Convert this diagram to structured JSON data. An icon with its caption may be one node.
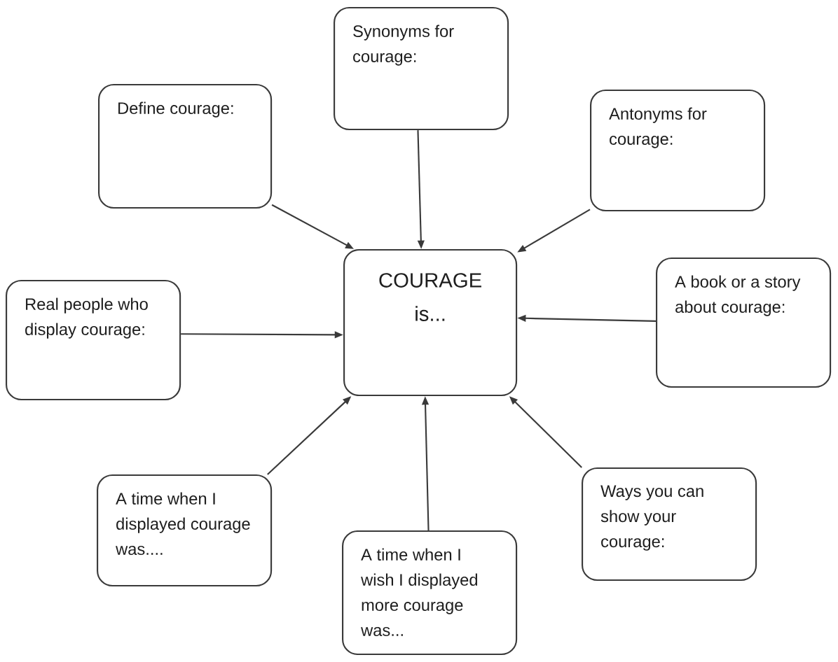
{
  "diagram": {
    "nodes": [
      {
        "text": [
          "Synonyms for courage:"
        ]
      },
      {
        "text": [
          "Define courage:"
        ]
      },
      {
        "text": [
          "Antonyms for courage:"
        ]
      },
      {
        "text": [
          "COURAGE is..."
        ]
      },
      {
        "text": [
          "A book or a story about courage:"
        ]
      },
      {
        "text": [
          "Real people who display courage:"
        ]
      },
      {
        "text": [
          "Ways you can show your courage:"
        ]
      },
      {
        "text": [
          "A time when I displayed courage was...."
        ]
      },
      {
        "text": [
          "A time when I wish I displayed more courage was..."
        ]
      }
    ],
    "edges": [
      {
        "from": 0,
        "to": 3,
        "arrow": "to"
      },
      {
        "from": 1,
        "to": 3,
        "arrow": "to"
      },
      {
        "from": 2,
        "to": 3,
        "arrow": "to"
      },
      {
        "from": 4,
        "to": 3,
        "arrow": "to"
      },
      {
        "from": 5,
        "to": 3,
        "arrow": "to"
      },
      {
        "from": 6,
        "to": 3,
        "arrow": "to"
      },
      {
        "from": 7,
        "to": 3,
        "arrow": "to"
      },
      {
        "from": 8,
        "to": 3,
        "arrow": "to"
      }
    ]
  }
}
